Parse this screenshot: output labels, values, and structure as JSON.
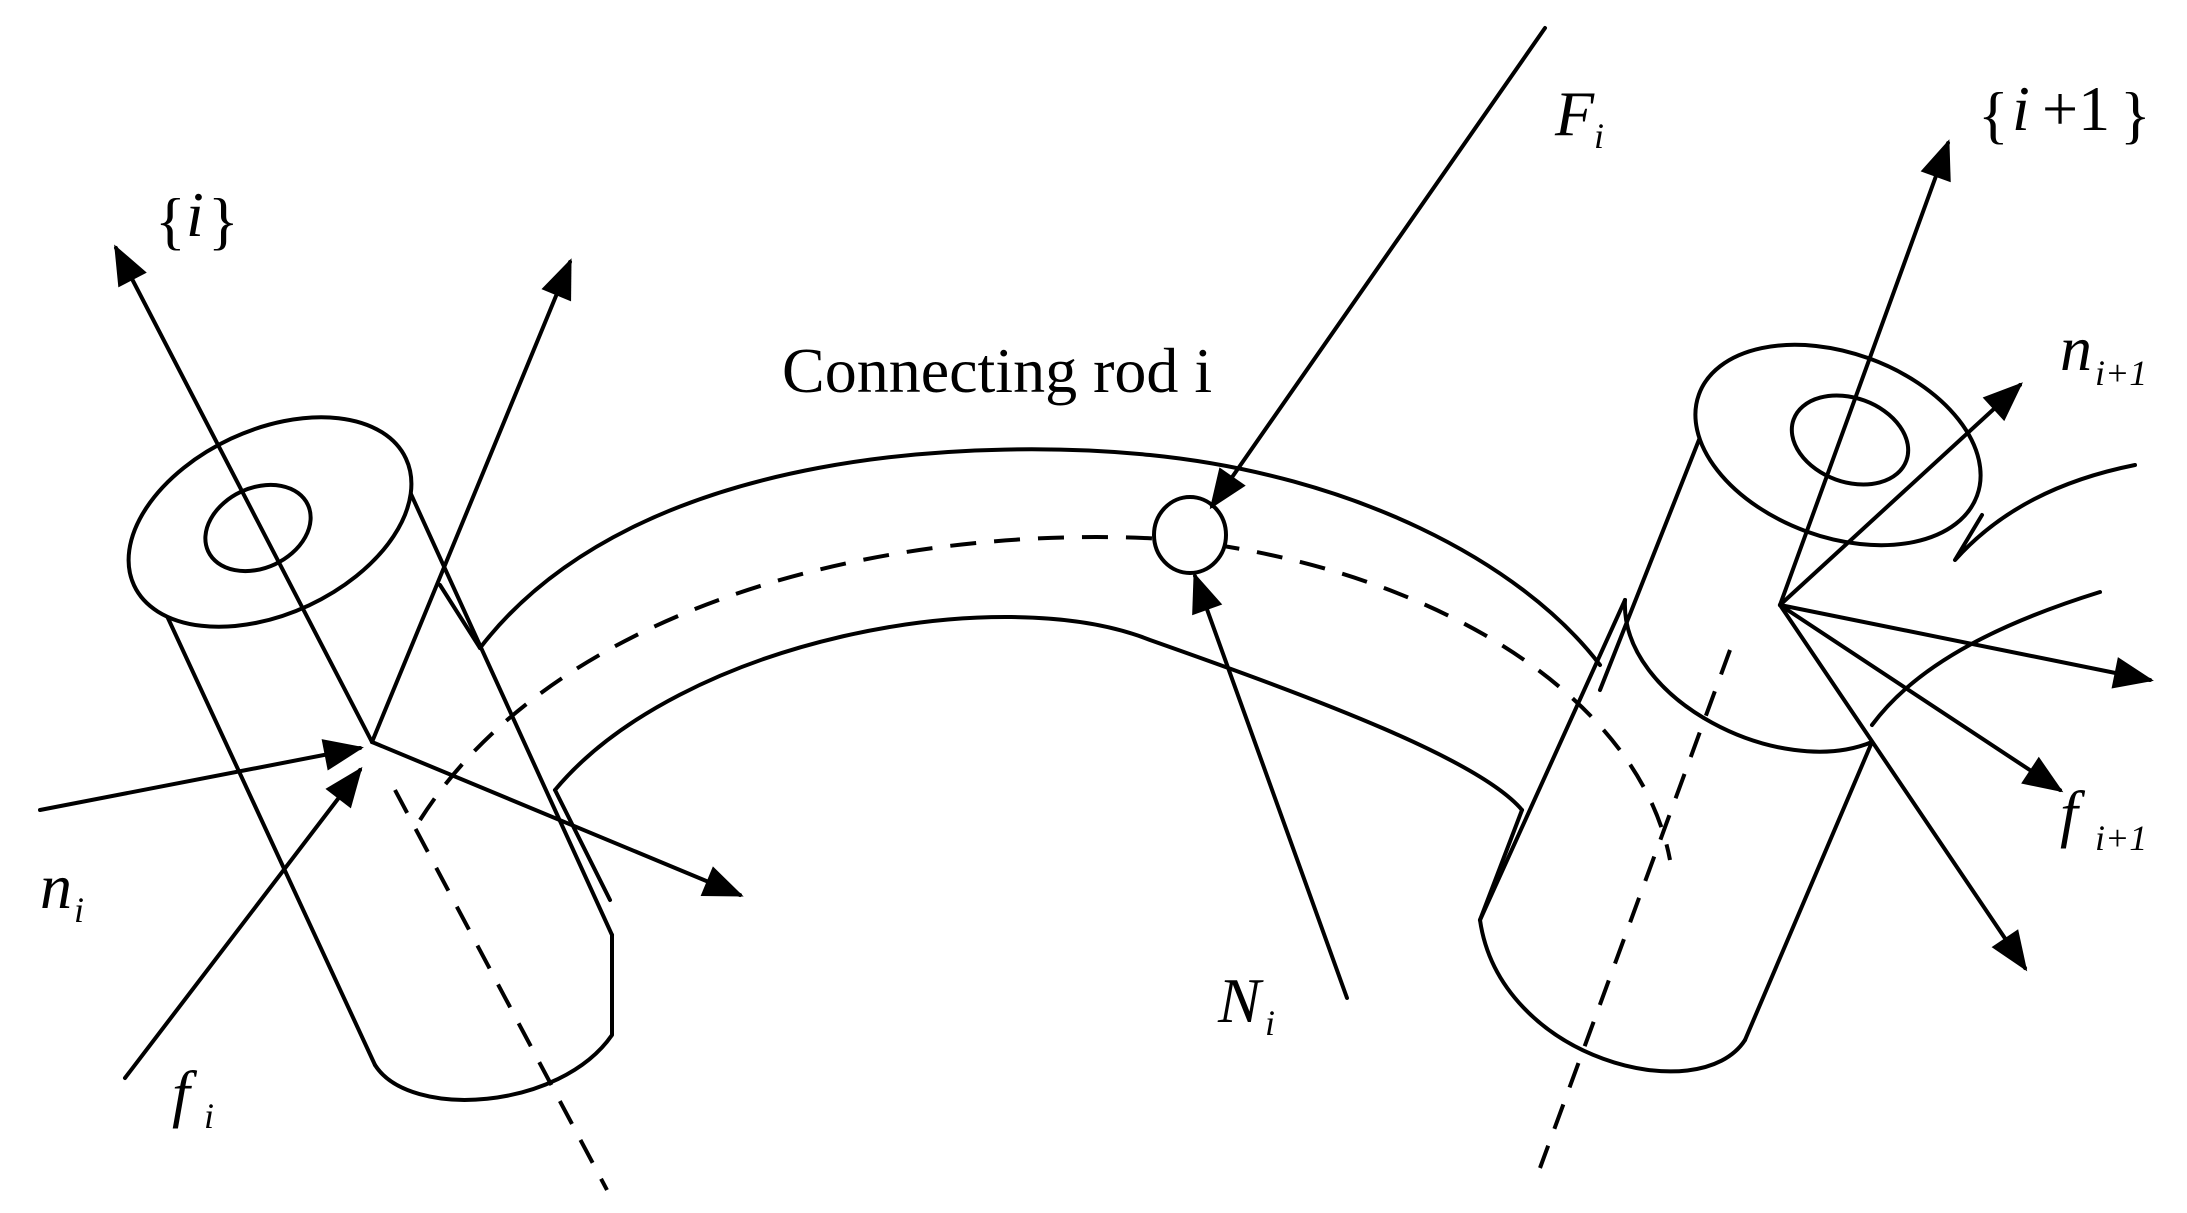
{
  "labels": {
    "frame_i_open": "{",
    "frame_i_var": "i",
    "frame_i_close": "}",
    "frame_i1_open": "{",
    "frame_i1_var": "i",
    "frame_i1_plus": "+1",
    "frame_i1_close": "}",
    "F_main": "F",
    "F_sub": "i",
    "connecting_rod": "Connecting rod i",
    "n_i_main": "n",
    "n_i_sub": "i",
    "f_i_main": "f",
    "f_i_sub": "i",
    "N_i_main": "N",
    "N_i_sub": "i",
    "n_i1_main": "n",
    "n_i1_sub": "i+1",
    "f_i1_main": "f",
    "f_i1_sub": "i+1"
  }
}
